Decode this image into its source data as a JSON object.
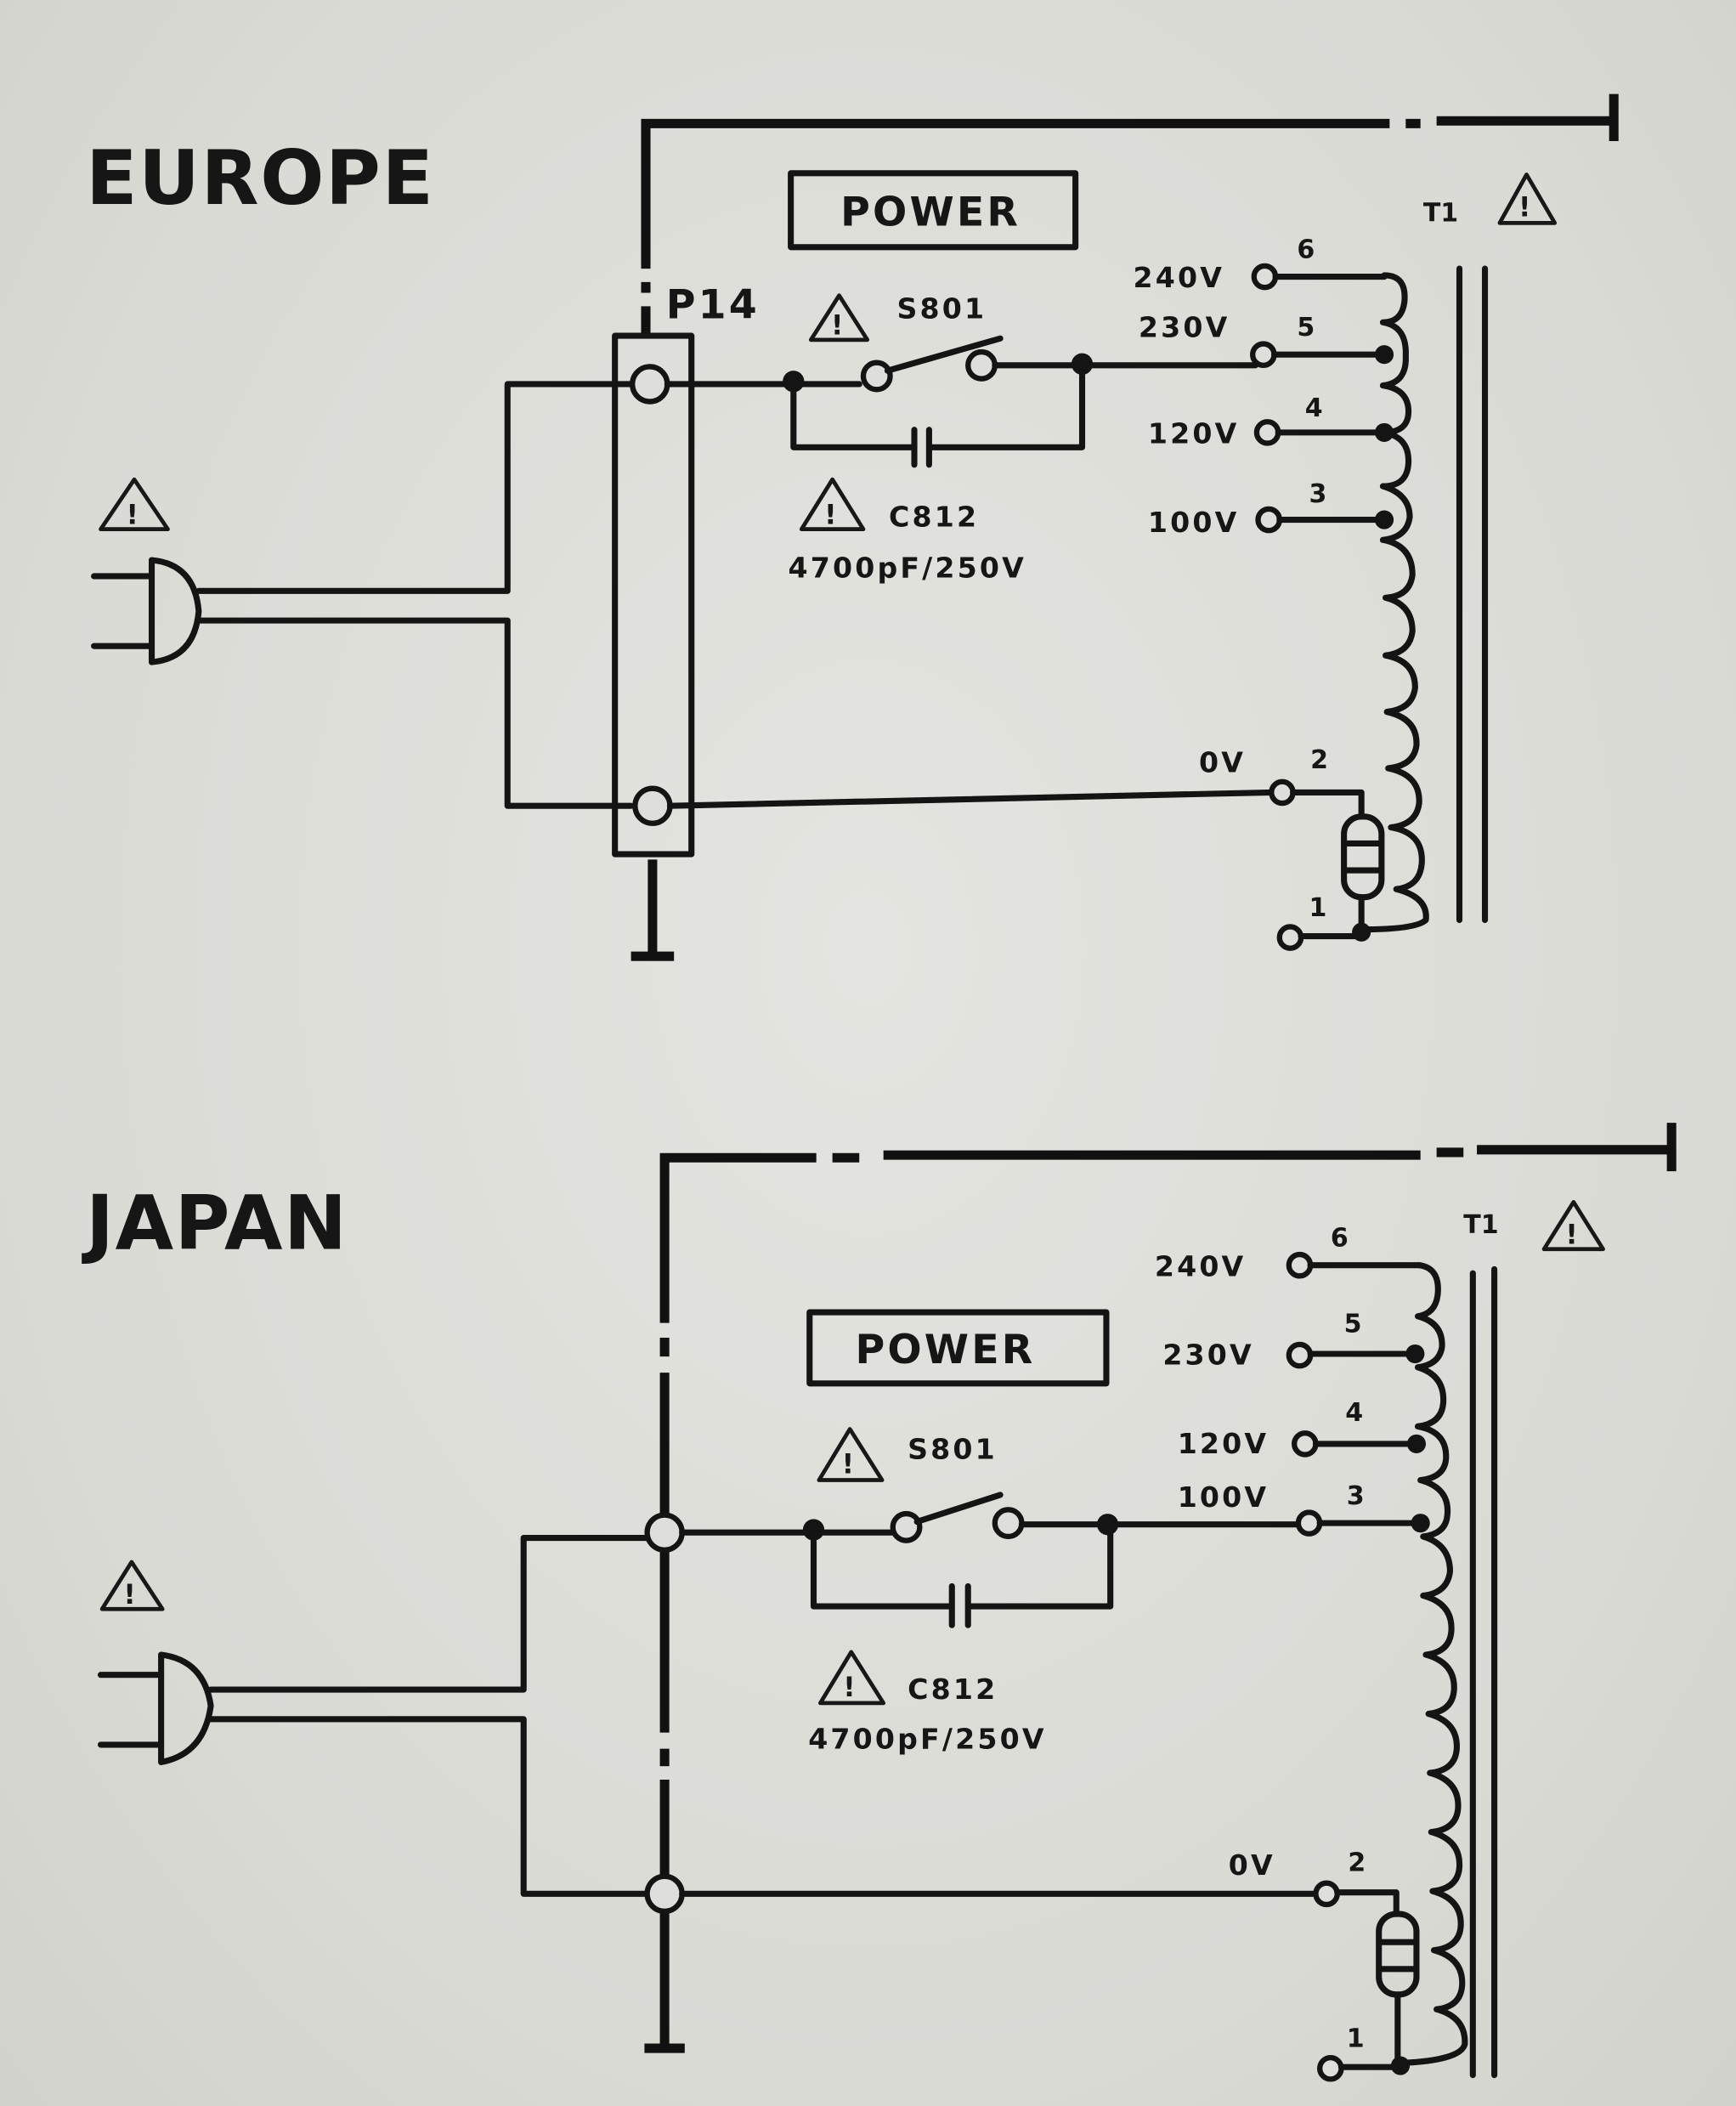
{
  "sections": [
    {
      "region": "EUROPE",
      "connector": "P14",
      "switch_box_label": "POWER",
      "switch_ref": "S801",
      "capacitor_ref": "C812",
      "capacitor_value": "4700pF/250V",
      "transformer_ref": "T1",
      "taps": [
        {
          "voltage": "240V",
          "pin": "6"
        },
        {
          "voltage": "230V",
          "pin": "5"
        },
        {
          "voltage": "120V",
          "pin": "4"
        },
        {
          "voltage": "100V",
          "pin": "3"
        },
        {
          "voltage": "0V",
          "pin": "2"
        },
        {
          "voltage": "",
          "pin": "1"
        }
      ],
      "mains_tap": "230V",
      "warning_symbol": "!"
    },
    {
      "region": "JAPAN",
      "connector": "",
      "switch_box_label": "POWER",
      "switch_ref": "S801",
      "capacitor_ref": "C812",
      "capacitor_value": "4700pF/250V",
      "transformer_ref": "T1",
      "taps": [
        {
          "voltage": "240V",
          "pin": "6"
        },
        {
          "voltage": "230V",
          "pin": "5"
        },
        {
          "voltage": "120V",
          "pin": "4"
        },
        {
          "voltage": "100V",
          "pin": "3"
        },
        {
          "voltage": "0V",
          "pin": "2"
        },
        {
          "voltage": "",
          "pin": "1"
        }
      ],
      "mains_tap": "100V",
      "warning_symbol": "!"
    }
  ]
}
